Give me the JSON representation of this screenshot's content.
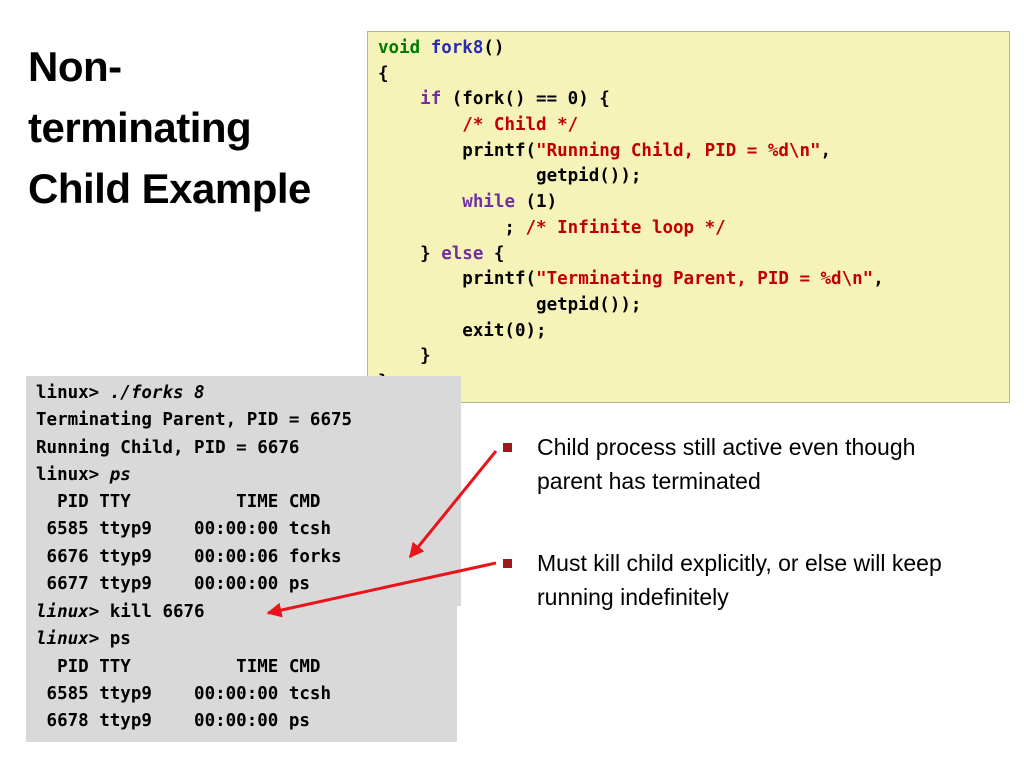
{
  "title": [
    "Non-",
    "terminating",
    "Child Example"
  ],
  "code": {
    "lines": [
      [
        {
          "t": "void ",
          "c": "ty"
        },
        {
          "t": "fork8",
          "c": "fn"
        },
        {
          "t": "()"
        }
      ],
      [
        {
          "t": "{"
        }
      ],
      [
        {
          "t": "    "
        },
        {
          "t": "if",
          "c": "kw"
        },
        {
          "t": " (fork() == 0) {"
        }
      ],
      [
        {
          "t": "        "
        },
        {
          "t": "/* Child */",
          "c": "cm"
        }
      ],
      [
        {
          "t": "        printf("
        },
        {
          "t": "\"Running Child, PID = %d\\n\"",
          "c": "st"
        },
        {
          "t": ","
        }
      ],
      [
        {
          "t": "               getpid());"
        }
      ],
      [
        {
          "t": "        "
        },
        {
          "t": "while",
          "c": "kw"
        },
        {
          "t": " (1)"
        }
      ],
      [
        {
          "t": "            ; "
        },
        {
          "t": "/* Infinite loop */",
          "c": "cm"
        }
      ],
      [
        {
          "t": "    } "
        },
        {
          "t": "else",
          "c": "kw"
        },
        {
          "t": " {"
        }
      ],
      [
        {
          "t": "        printf("
        },
        {
          "t": "\"Terminating Parent, PID = %d\\n\"",
          "c": "st"
        },
        {
          "t": ","
        }
      ],
      [
        {
          "t": "               getpid());"
        }
      ],
      [
        {
          "t": "        exit(0);"
        }
      ],
      [
        {
          "t": "    }"
        }
      ],
      [
        {
          "t": "}"
        }
      ]
    ]
  },
  "terminal_top": {
    "lines": [
      [
        {
          "t": "linux> "
        },
        {
          "t": "./forks 8",
          "c": "it"
        }
      ],
      [
        {
          "t": "Terminating Parent, PID = 6675"
        }
      ],
      [
        {
          "t": "Running Child, PID = 6676"
        }
      ],
      [
        {
          "t": "linux> "
        },
        {
          "t": "ps",
          "c": "it"
        }
      ],
      [
        {
          "t": "  PID TTY          TIME CMD"
        }
      ],
      [
        {
          "t": " 6585 ttyp9    00:00:00 tcsh"
        }
      ],
      [
        {
          "t": " 6676 ttyp9    00:00:06 forks"
        }
      ],
      [
        {
          "t": " 6677 ttyp9    00:00:00 ps"
        }
      ]
    ]
  },
  "terminal_bottom": {
    "lines": [
      [
        {
          "t": "linux",
          "c": "it"
        },
        {
          "t": "> kill 6676"
        }
      ],
      [
        {
          "t": "linux",
          "c": "it"
        },
        {
          "t": "> ps"
        }
      ],
      [
        {
          "t": "  PID TTY          TIME CMD"
        }
      ],
      [
        {
          "t": " 6585 ttyp9    00:00:00 tcsh"
        }
      ],
      [
        {
          "t": " 6678 ttyp9    00:00:00 ps"
        }
      ]
    ]
  },
  "bullets": [
    "Child process still active even though parent has terminated",
    "Must kill child explicitly, or else will keep running indefinitely"
  ],
  "colors": {
    "code_bg": "#f6f3b8",
    "terminal_bg": "#d9d9d9",
    "keyword": "#7030a0",
    "type": "#007a00",
    "function": "#2a2ab0",
    "comment": "#c00000",
    "arrow": "#e8141c",
    "bullet_marker": "#a0171c"
  }
}
